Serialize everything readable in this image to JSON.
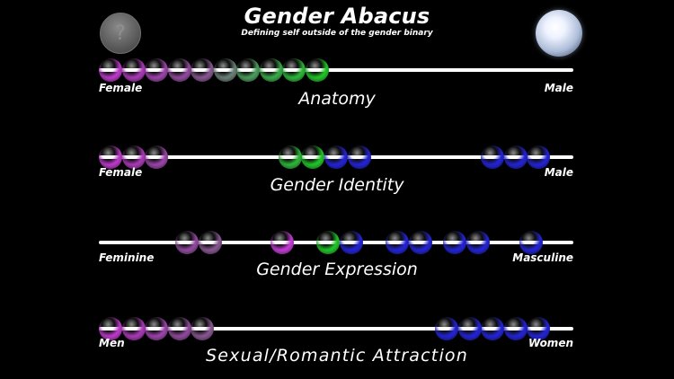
{
  "header": {
    "title": "Gender Abacus",
    "subtitle": "Defining self outside of the gender binary",
    "help_glyph": "?"
  },
  "colors": {
    "magenta": "#c03cd2",
    "green": "#2ec82e",
    "blue": "#2424d2",
    "rail": "#ffffff"
  },
  "rows": [
    {
      "id": "anatomy",
      "title": "Anatomy",
      "left_label": "Female",
      "right_label": "Male",
      "beads": [
        {
          "pos": 0.0,
          "color": "#b93ac6"
        },
        {
          "pos": 0.051,
          "color": "#a83ab5"
        },
        {
          "pos": 0.102,
          "color": "#9a44a8"
        },
        {
          "pos": 0.153,
          "color": "#8f4a9c"
        },
        {
          "pos": 0.203,
          "color": "#865690"
        },
        {
          "pos": 0.254,
          "color": "#6a7e78"
        },
        {
          "pos": 0.305,
          "color": "#4c9a5c"
        },
        {
          "pos": 0.356,
          "color": "#3aa84a"
        },
        {
          "pos": 0.407,
          "color": "#2eb43a"
        },
        {
          "pos": 0.458,
          "color": "#22c22a"
        }
      ]
    },
    {
      "id": "identity",
      "title": "Gender Identity",
      "left_label": "Female",
      "right_label": "Male",
      "beads": [
        {
          "pos": 0.0,
          "color": "#b93ac6"
        },
        {
          "pos": 0.051,
          "color": "#a83ab5"
        },
        {
          "pos": 0.102,
          "color": "#9a44a8"
        },
        {
          "pos": 0.398,
          "color": "#2eb43a"
        },
        {
          "pos": 0.449,
          "color": "#22c22a"
        },
        {
          "pos": 0.5,
          "color": "#2424d2"
        },
        {
          "pos": 0.551,
          "color": "#2424d2"
        },
        {
          "pos": 0.847,
          "color": "#2424d2"
        },
        {
          "pos": 0.898,
          "color": "#2424d2"
        },
        {
          "pos": 0.949,
          "color": "#2424d2"
        }
      ]
    },
    {
      "id": "expression",
      "title": "Gender Expression",
      "left_label": "Feminine",
      "right_label": "Masculine",
      "beads": [
        {
          "pos": 0.17,
          "color": "#8f4a9c"
        },
        {
          "pos": 0.221,
          "color": "#865690"
        },
        {
          "pos": 0.381,
          "color": "#c03cd2"
        },
        {
          "pos": 0.483,
          "color": "#22c22a"
        },
        {
          "pos": 0.534,
          "color": "#2424d2"
        },
        {
          "pos": 0.636,
          "color": "#2424d2"
        },
        {
          "pos": 0.687,
          "color": "#2424d2"
        },
        {
          "pos": 0.763,
          "color": "#2424d2"
        },
        {
          "pos": 0.814,
          "color": "#2424d2"
        },
        {
          "pos": 0.932,
          "color": "#2424d2"
        }
      ]
    },
    {
      "id": "attraction",
      "title": "Sexual/Romantic Attraction",
      "left_label": "Men",
      "right_label": "Women",
      "beads": [
        {
          "pos": 0.0,
          "color": "#b93ac6"
        },
        {
          "pos": 0.051,
          "color": "#a83ab5"
        },
        {
          "pos": 0.102,
          "color": "#9a44a8"
        },
        {
          "pos": 0.153,
          "color": "#8f4a9c"
        },
        {
          "pos": 0.203,
          "color": "#865690"
        },
        {
          "pos": 0.746,
          "color": "#2424d2"
        },
        {
          "pos": 0.797,
          "color": "#2424d2"
        },
        {
          "pos": 0.847,
          "color": "#2424d2"
        },
        {
          "pos": 0.898,
          "color": "#2424d2"
        },
        {
          "pos": 0.949,
          "color": "#2424d2"
        }
      ]
    }
  ]
}
